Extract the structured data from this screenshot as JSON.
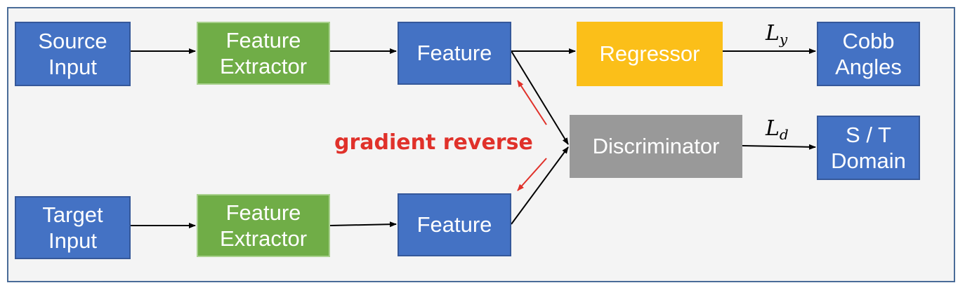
{
  "nodes": {
    "source_input": "Source\nInput",
    "feature_extractor_top": "Feature\nExtractor",
    "feature_top": "Feature",
    "regressor": "Regressor",
    "cobb_angles": "Cobb\nAngles",
    "discriminator": "Discriminator",
    "st_domain": "S / T\nDomain",
    "target_input": "Target\nInput",
    "feature_extractor_bottom": "Feature\nExtractor",
    "feature_bottom": "Feature"
  },
  "labels": {
    "loss_y_base": "L",
    "loss_y_sub": "y",
    "loss_d_base": "L",
    "loss_d_sub": "d",
    "gradient_reverse": "gradient reverse"
  },
  "colors": {
    "blue": "#4472c4",
    "green": "#70ad47",
    "yellow": "#fbbf19",
    "gray": "#999999",
    "red": "#e0312a"
  }
}
